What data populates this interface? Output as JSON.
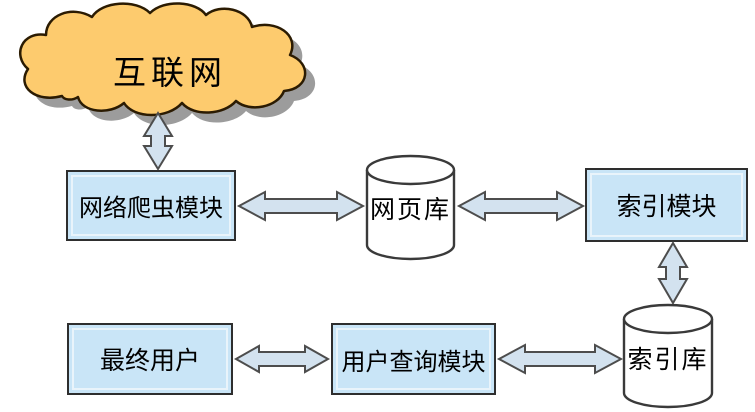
{
  "diagram": {
    "nodes": {
      "internet": {
        "label": "互联网",
        "type": "cloud"
      },
      "crawler": {
        "label": "网络爬虫模块",
        "type": "process"
      },
      "webpage_db": {
        "label": "网页库",
        "type": "datastore"
      },
      "index_module": {
        "label": "索引模块",
        "type": "process"
      },
      "index_db": {
        "label": "索引库",
        "type": "datastore"
      },
      "end_user": {
        "label": "最终用户",
        "type": "process"
      },
      "query_module": {
        "label": "用户查询模块",
        "type": "process"
      }
    },
    "connections": [
      {
        "from": "internet",
        "to": "crawler",
        "bidirectional": true
      },
      {
        "from": "crawler",
        "to": "webpage_db",
        "bidirectional": true
      },
      {
        "from": "webpage_db",
        "to": "index_module",
        "bidirectional": true
      },
      {
        "from": "index_module",
        "to": "index_db",
        "bidirectional": true
      },
      {
        "from": "end_user",
        "to": "query_module",
        "bidirectional": true
      },
      {
        "from": "query_module",
        "to": "index_db",
        "bidirectional": true
      }
    ],
    "colors": {
      "background": "#FFFFFF",
      "cloud_fill": "#FDCB6E",
      "cloud_outline": "#2B1B02",
      "cloud_shadow": "#9C9C9C",
      "box_fill": "#C9E5F7",
      "box_border": "#2E2E2E",
      "box_highlight": "#E9F4FB",
      "arrow_fill": "#D3E2EF",
      "arrow_outline": "#4D4D4D",
      "cylinder_fill": "#FFFFFF",
      "cylinder_outline": "#3A3A3A",
      "text": "#000000"
    }
  }
}
